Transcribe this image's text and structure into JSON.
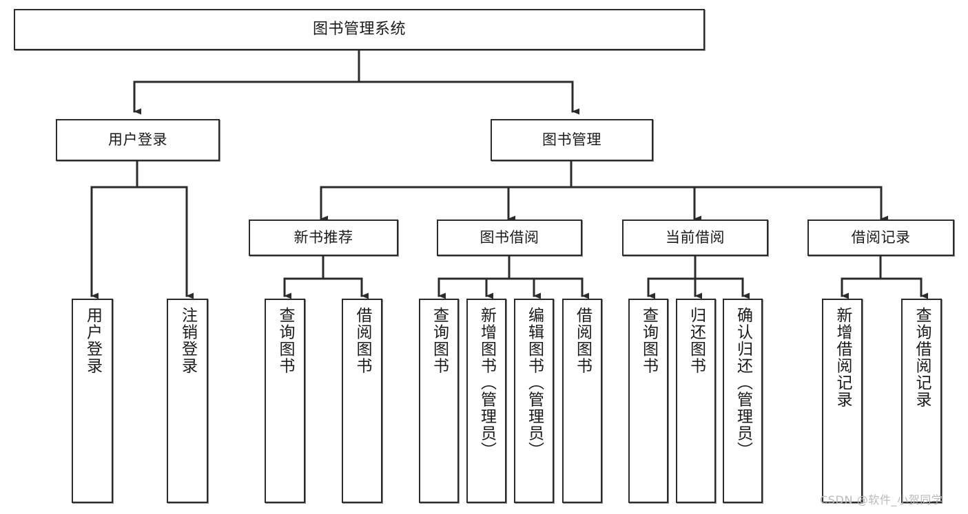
{
  "diagram": {
    "title": "图书管理系统",
    "type": "tree-hierarchy",
    "orientation": "top-down",
    "stroke_color": "#2b2b2b",
    "fill_color": "#ffffff",
    "text_color": "#1a1a1a",
    "watermark": "CSDN @软件_小贺同学",
    "watermark_color": "#b9b9b9"
  },
  "nodes": {
    "root": {
      "label": "图书管理系统",
      "level": 0
    },
    "level1": [
      {
        "id": "user-login",
        "label": "用户登录"
      },
      {
        "id": "book-manage",
        "label": "图书管理"
      }
    ],
    "level2": [
      {
        "id": "new-book-recommend",
        "label": "新书推荐",
        "parent": "book-manage"
      },
      {
        "id": "book-borrow",
        "label": "图书借阅",
        "parent": "book-manage"
      },
      {
        "id": "current-borrow",
        "label": "当前借阅",
        "parent": "book-manage"
      },
      {
        "id": "borrow-record",
        "label": "借阅记录",
        "parent": "book-manage"
      }
    ],
    "leaves": [
      {
        "id": "leaf-user-login",
        "label": "用户登录",
        "parent": "user-login"
      },
      {
        "id": "leaf-logout-login",
        "label": "注销登录",
        "parent": "user-login"
      },
      {
        "id": "leaf-query-book-1",
        "label": "查询图书",
        "parent": "new-book-recommend"
      },
      {
        "id": "leaf-borrow-book-1",
        "label": "借阅图书",
        "parent": "new-book-recommend"
      },
      {
        "id": "leaf-query-book-2",
        "label": "查询图书",
        "parent": "book-borrow"
      },
      {
        "id": "leaf-add-book",
        "label": "新增图书（管理员）",
        "parent": "book-borrow"
      },
      {
        "id": "leaf-edit-book",
        "label": "编辑图书（管理员）",
        "parent": "book-borrow"
      },
      {
        "id": "leaf-borrow-book-2",
        "label": "借阅图书",
        "parent": "book-borrow"
      },
      {
        "id": "leaf-query-book-3",
        "label": "查询图书",
        "parent": "current-borrow"
      },
      {
        "id": "leaf-return-book",
        "label": "归还图书",
        "parent": "current-borrow"
      },
      {
        "id": "leaf-confirm-return",
        "label": "确认归还（管理员）",
        "parent": "current-borrow"
      },
      {
        "id": "leaf-add-record",
        "label": "新增借阅记录",
        "parent": "borrow-record"
      },
      {
        "id": "leaf-query-record",
        "label": "查询借阅记录",
        "parent": "borrow-record"
      }
    ]
  }
}
